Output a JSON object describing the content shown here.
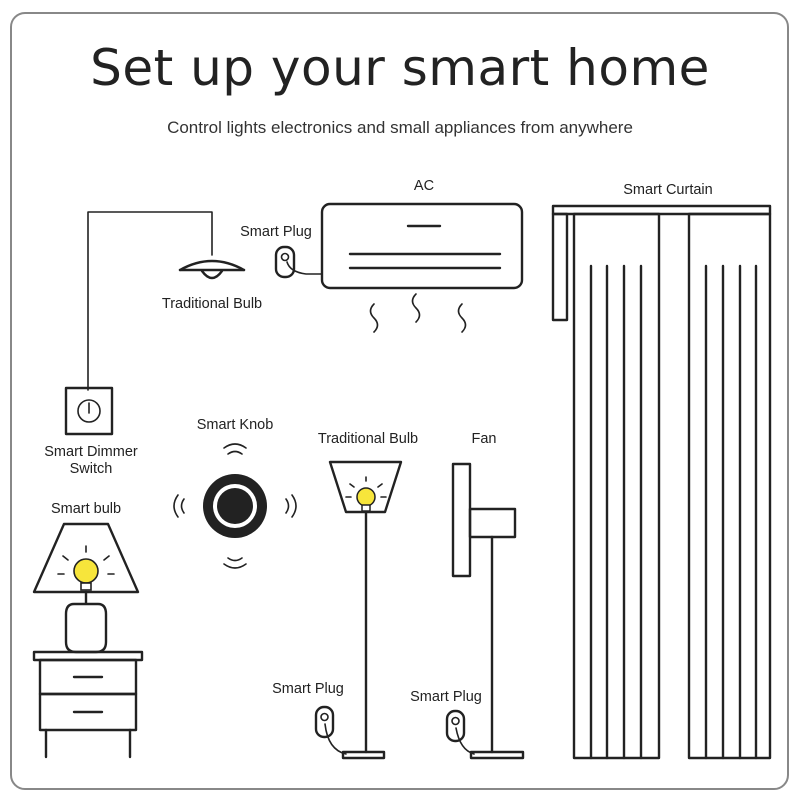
{
  "header": {
    "title": "Set up your smart home",
    "subtitle": "Control lights electronics and small appliances from anywhere"
  },
  "labels": {
    "ac": "AC",
    "smart_curtain": "Smart Curtain",
    "smart_plug_ac": "Smart Plug",
    "traditional_bulb_ceiling": "Traditional Bulb",
    "smart_dimmer_switch_line1": "Smart Dimmer",
    "smart_dimmer_switch_line2": "Switch",
    "smart_knob": "Smart Knob",
    "traditional_bulb_floor": "Traditional Bulb",
    "fan": "Fan",
    "smart_bulb": "Smart bulb",
    "smart_plug_floor_lamp": "Smart Plug",
    "smart_plug_fan": "Smart Plug"
  },
  "colors": {
    "line": "#222222",
    "bulb_yellow": "#f7e53b",
    "frame": "#888888"
  },
  "icons": {
    "dimmer_switch": "power-dial-icon",
    "knob": "rotary-knob-icon",
    "wireless": "wireless-signal-icon"
  }
}
